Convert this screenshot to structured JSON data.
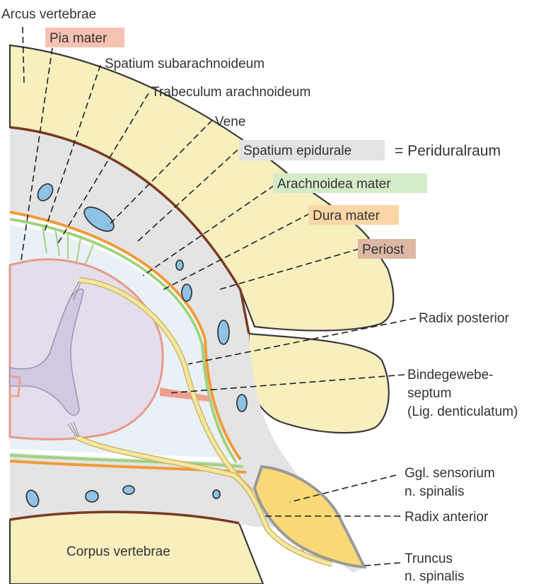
{
  "figure": {
    "labels": {
      "arcus_vertebrae": "Arcus vertebrae",
      "pia_mater": "Pia mater",
      "spatium_subarachnoideum": "Spatium subarachnoideum",
      "trabeculum_arachnoideum": "Trabeculum arachnoideum",
      "vene": "Vene",
      "spatium_epidurale": "Spatium epidurale",
      "periduralraum": "= Periduralraum",
      "arachnoidea_mater": "Arachnoidea mater",
      "dura_mater": "Dura mater",
      "periost": "Periost",
      "radix_posterior": "Radix posterior",
      "bindegewebe_line1": "Bindegewebe-",
      "bindegewebe_line2": "septum",
      "bindegewebe_line3": "(Lig. denticulatum)",
      "ggl_line1": "Ggl. sensorium",
      "ggl_line2": "n. spinalis",
      "radix_anterior": "Radix anterior",
      "corpus_vertebrae": "Corpus vertebrae",
      "truncus_line1": "Truncus",
      "truncus_line2": "n. spinalis"
    },
    "highlight_colors": {
      "pia_mater": "#f6c2b2",
      "spatium_epidurale": "#e3e3e3",
      "arachnoidea_mater": "#d6ebc8",
      "dura_mater": "#fbd6a6",
      "periost": "#dcb8a4"
    },
    "tissue_colors": {
      "bone": "#f7efbe",
      "epidural": "#e4e4e4",
      "csf": "#e9f1f7",
      "cord": "#e4ddeb",
      "grey_matter": "#d2c8e2",
      "periost_line": "#7a3a24",
      "dura_line": "#f29a3a",
      "arachnoid_line": "#9fd37e",
      "pia_line": "#f0a090",
      "vein": "#8ec3e6",
      "ganglion": "#f9da76",
      "nerve": "#f6e7a0"
    }
  }
}
